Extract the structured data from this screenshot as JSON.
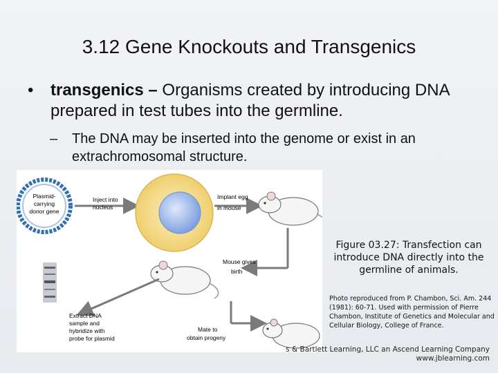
{
  "slide": {
    "title": "3.12  Gene Knockouts and Transgenics",
    "bullet_marker": "•",
    "bullet_term": "transgenics –",
    "bullet_text": " Organisms created by introducing DNA prepared in test tubes into the germline.",
    "sub_marker": "–",
    "sub_text": "The DNA may be inserted into the genome or exist in an extrachromosomal structure."
  },
  "figure": {
    "labels": {
      "plasmid_1": "Plasmid-",
      "plasmid_2": "carrying",
      "plasmid_3": "donor gene",
      "inject_1": "Inject into",
      "inject_2": "nucleus",
      "implant_1": "Implant egg",
      "implant_2": "in mouse",
      "birth_1": "Mouse gives",
      "birth_2": "birth",
      "extract_1": "Extract DNA",
      "extract_2": "sample and",
      "extract_3": "hybridize with",
      "extract_4": "probe for plasmid",
      "mate_1": "Mate to",
      "mate_2": "obtain progeny"
    },
    "colors": {
      "plasmid_ring": "#2f6fb3",
      "cell": "#f2d98a",
      "nucleus": "#8fb0e8",
      "arrow": "#7a7a7a",
      "gel": "#9aa0a6"
    }
  },
  "caption": "Figure 03.27: Transfection can introduce DNA directly into the germline of animals.",
  "credit": "Photo reproduced from P. Chambon, Sci. Am. 244 (1981): 60-71. Used with permission of Pierre Chambon, Institute of Genetics and Molecular and Cellular Biology, College of France.",
  "publisher": {
    "line1_fragment": "s & Bartlett Learning, LLC an Ascend Learning Company",
    "line2": "www.jblearning.com"
  }
}
